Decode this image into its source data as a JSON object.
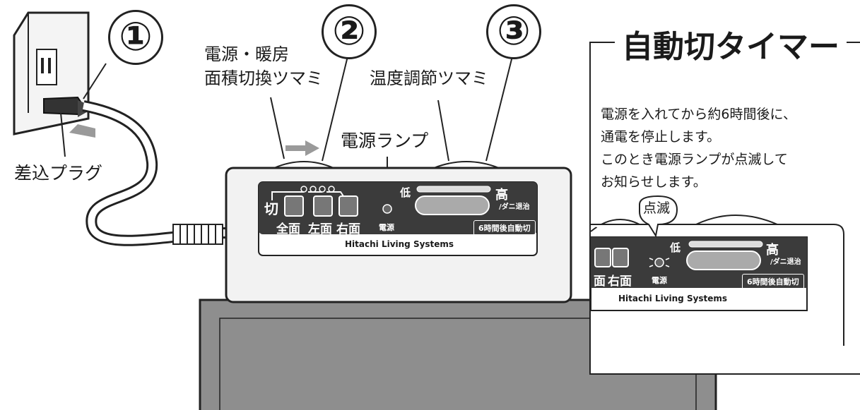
{
  "step_numbers": [
    "①",
    "②",
    "③"
  ],
  "labels": {
    "plug": "差込プラグ",
    "area_knob_line1": "電源・暖房",
    "area_knob_line2": "面積切換ツマミ",
    "temp_knob": "温度調節ツマミ",
    "power_lamp": "電源ランプ"
  },
  "panel": {
    "off": "切",
    "zen": "全面",
    "sa": "左面",
    "u": "右面",
    "power": "電源",
    "low": "低",
    "high": "高",
    "mite": "/ダニ退治",
    "auto_off_badge": "6時間後自動切",
    "brand": "Hitachi Living Systems"
  },
  "timer": {
    "title": "自動切タイマー",
    "line1": "電源を入れてから約6時間後に、",
    "line2": "通電を停止します。",
    "line3": "このとき電源ランプが点滅して",
    "line4": "お知らせします。",
    "blink": "点滅"
  },
  "inset_panel": {
    "sa": "面",
    "u": "右面",
    "power": "電源",
    "low": "低",
    "high": "高",
    "mite": "/ダニ退治",
    "auto_off_badge": "6時間後自動切",
    "brand": "Hitachi Living Systems"
  },
  "colors": {
    "panel": "#3b3b3b",
    "body": "#f2f2f2",
    "base": "#8e8e8e",
    "arrow": "#9a9a9a"
  }
}
